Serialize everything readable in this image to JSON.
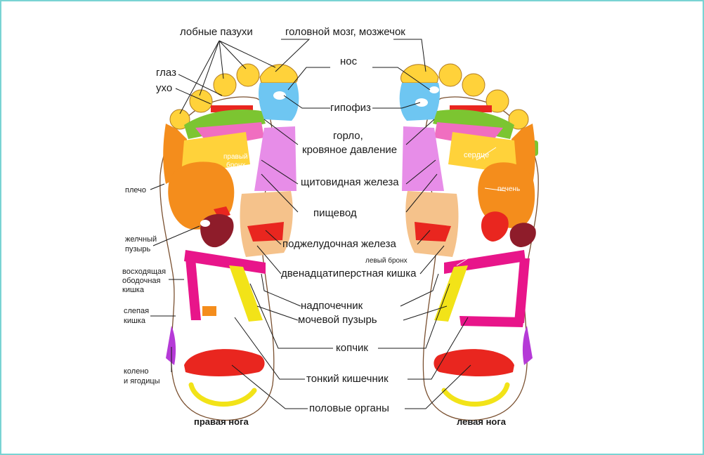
{
  "labels": {
    "frontal_sinuses": "лобные пазухи",
    "brain": "головной мозг, мозжечок",
    "eye": "глаз",
    "ear": "ухо",
    "nose": "нос",
    "pituitary": "гипофиз",
    "throat_1": "горло,",
    "throat_2": "кровяное давление",
    "right_bronchus_1": "правый",
    "right_bronchus_2": "бронх",
    "heart": "сердце",
    "thyroid": "щитовидная железа",
    "shoulder": "плечо",
    "liver": "печень",
    "esophagus": "пищевод",
    "gallbladder_1": "желчный",
    "gallbladder_2": "пузырь",
    "pancreas": "поджелудочная железа",
    "left_bronchus": "левый бронх",
    "ascending_colon_1": "восходящая",
    "ascending_colon_2": "ободочная",
    "ascending_colon_3": "кишка",
    "duodenum": "двенадцатиперстная кишка",
    "adrenal": "надпочечник",
    "cecum_1": "слепая",
    "cecum_2": "кишка",
    "bladder": "мочевой пузырь",
    "coccyx": "копчик",
    "knee_1": "колено",
    "knee_2": "и ягодицы",
    "small_intestine": "тонкий кишечник",
    "genitals": "половые органы",
    "right_foot": "правая нога",
    "left_foot": "левая нога"
  },
  "colors": {
    "frame": "#79d3d3",
    "toe_yellow": "#ffd23a",
    "brain_blue": "#6ec6f2",
    "green": "#7cc531",
    "pink": "#f06ec0",
    "violet": "#e78de8",
    "orange": "#f48d1c",
    "red": "#e9261f",
    "dark_red": "#8e1c2a",
    "tan": "#f5c28b",
    "magenta": "#e8158a",
    "yellow_band": "#f2e318",
    "purple": "#b53ad7"
  }
}
